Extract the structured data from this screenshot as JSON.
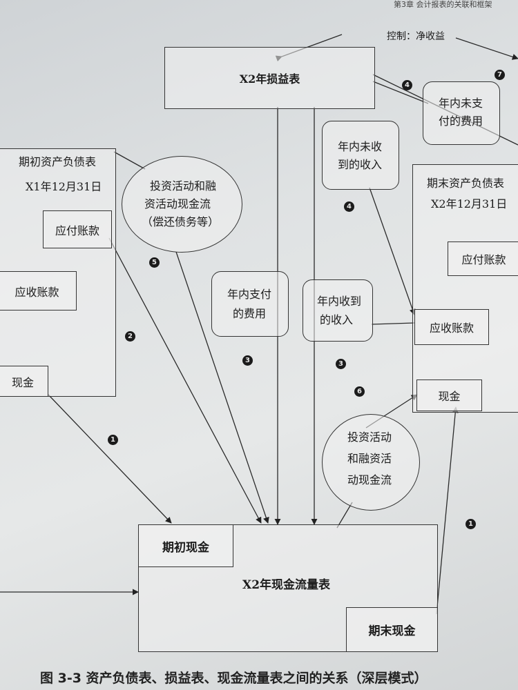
{
  "header": "第3章 会计报表的关联和框架",
  "top_label": "控制：净收益",
  "income_statement": "X2年损益表",
  "unpaid_expenses": [
    "年内未支",
    "付的费用"
  ],
  "uncollected_income": [
    "年内未收",
    "到的收入"
  ],
  "opening_balance": {
    "title": "期初资产负债表",
    "date": "X1年12月31日",
    "payable": "应付账款",
    "receivable": "应收账款",
    "cash": "现金"
  },
  "closing_balance": {
    "title": "期末资产负债表",
    "date": "X2年12月31日",
    "payable": "应付账款",
    "receivable": "应收账款",
    "cash": "现金"
  },
  "invest_left": [
    "投资活动和融",
    "资活动现金流",
    "（偿还债务等）"
  ],
  "paid_expenses": [
    "年内支付",
    "的费用"
  ],
  "received_income": [
    "年内收到",
    "的收入"
  ],
  "invest_right": [
    "投资活动",
    "和融资活",
    "动现金流"
  ],
  "cash_flow_statement": {
    "title": "X2年现金流量表",
    "opening_cash": "期初现金",
    "closing_cash": "期末现金"
  },
  "markers": [
    "1",
    "2",
    "3",
    "3",
    "4",
    "4",
    "5",
    "6",
    "7",
    "1"
  ],
  "caption": "图 3-3 资产负债表、损益表、现金流量表之间的关系（深层模式）"
}
